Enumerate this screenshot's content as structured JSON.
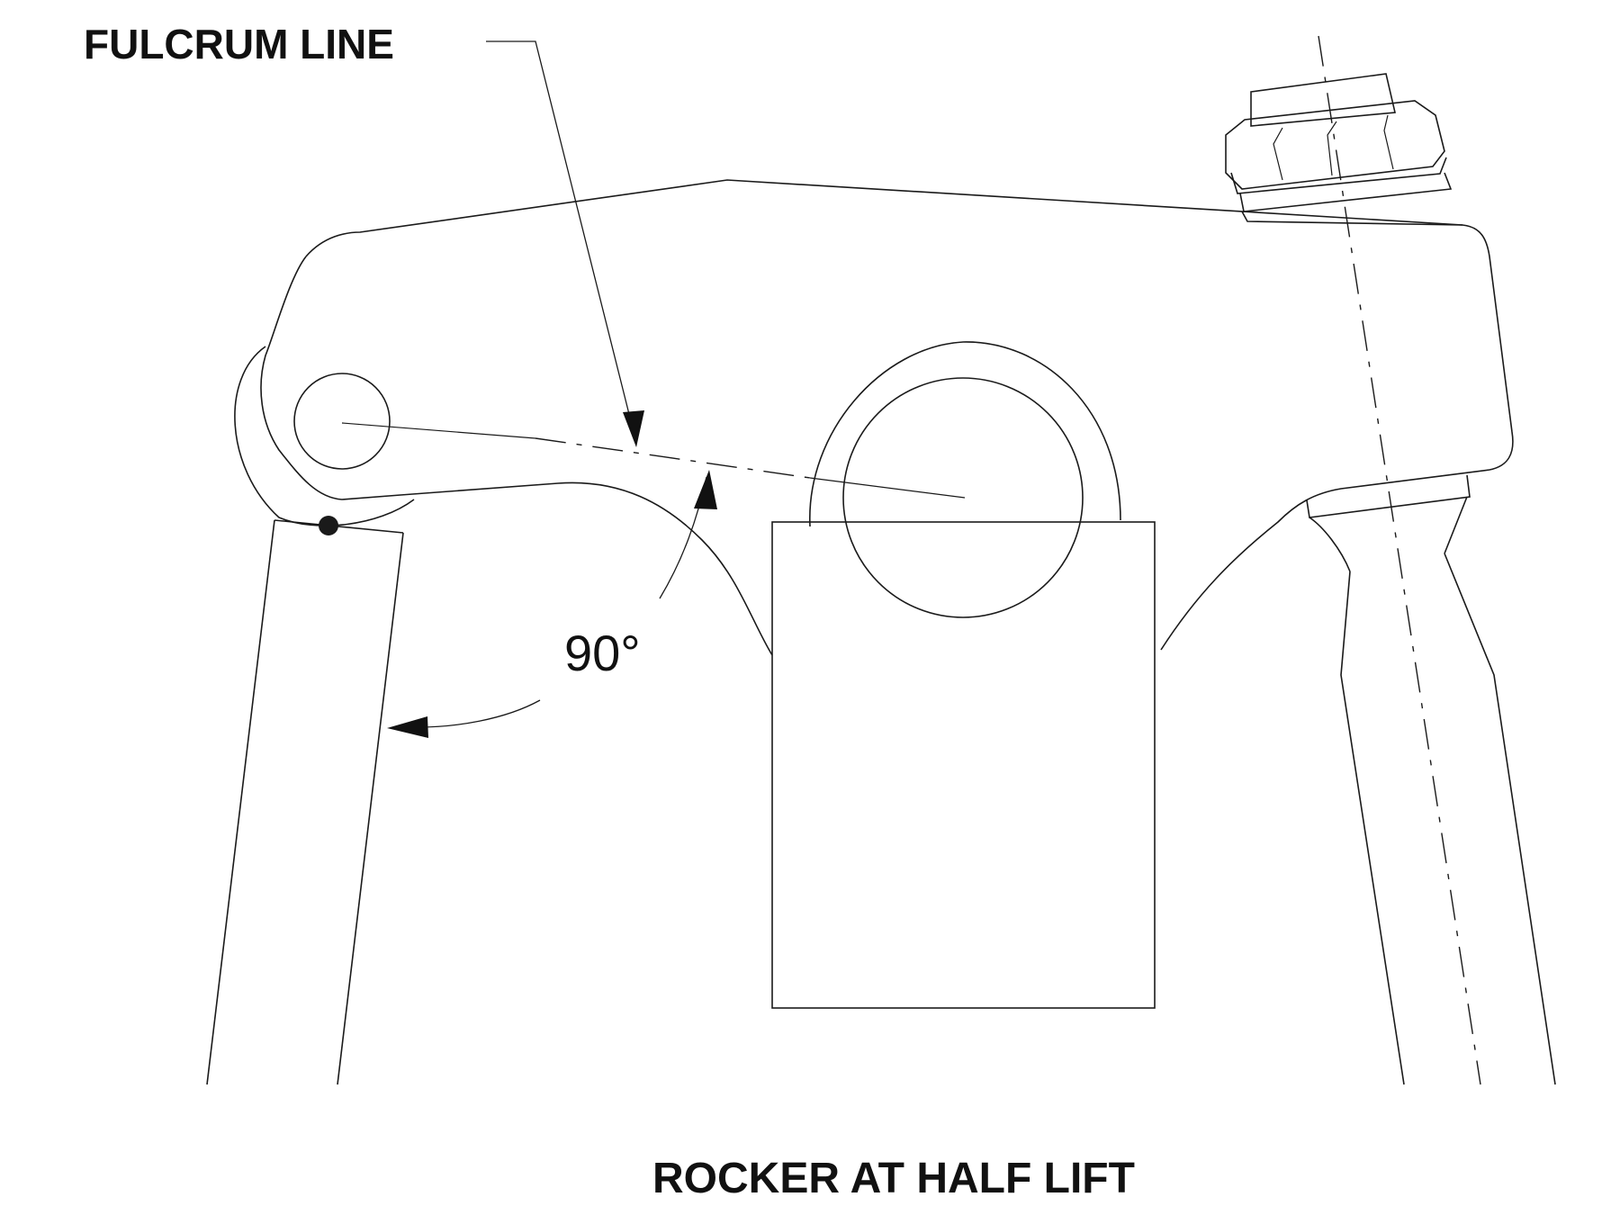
{
  "diagram": {
    "fulcrum_label": "FULCRUM LINE",
    "angle_label": "90°",
    "caption": "ROCKER AT HALF LIFT"
  }
}
